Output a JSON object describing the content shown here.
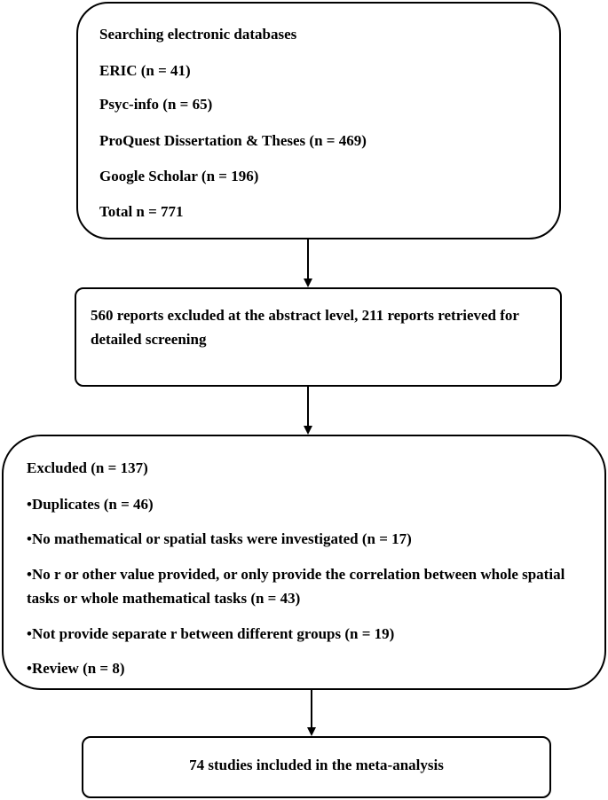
{
  "box1": {
    "title": "Searching electronic databases",
    "items": [
      "ERIC (n = 41)",
      "Psyc-info (n = 65)",
      "ProQuest Dissertation & Theses (n = 469)",
      "Google Scholar (n = 196)",
      "Total n = 771"
    ]
  },
  "box2": {
    "text": "560 reports excluded at the abstract level, 211 reports retrieved for detailed screening"
  },
  "box3": {
    "title": "Excluded (n = 137)",
    "items": [
      "•Duplicates (n = 46)",
      "•No mathematical or spatial tasks were investigated (n = 17)",
      "•No r or other value provided, or only provide the correlation between whole spatial tasks or whole mathematical tasks (n = 43)",
      "•Not provide separate r between different groups (n = 19)",
      "•Review (n = 8)"
    ]
  },
  "box4": {
    "text": "74 studies included in the meta-analysis"
  }
}
